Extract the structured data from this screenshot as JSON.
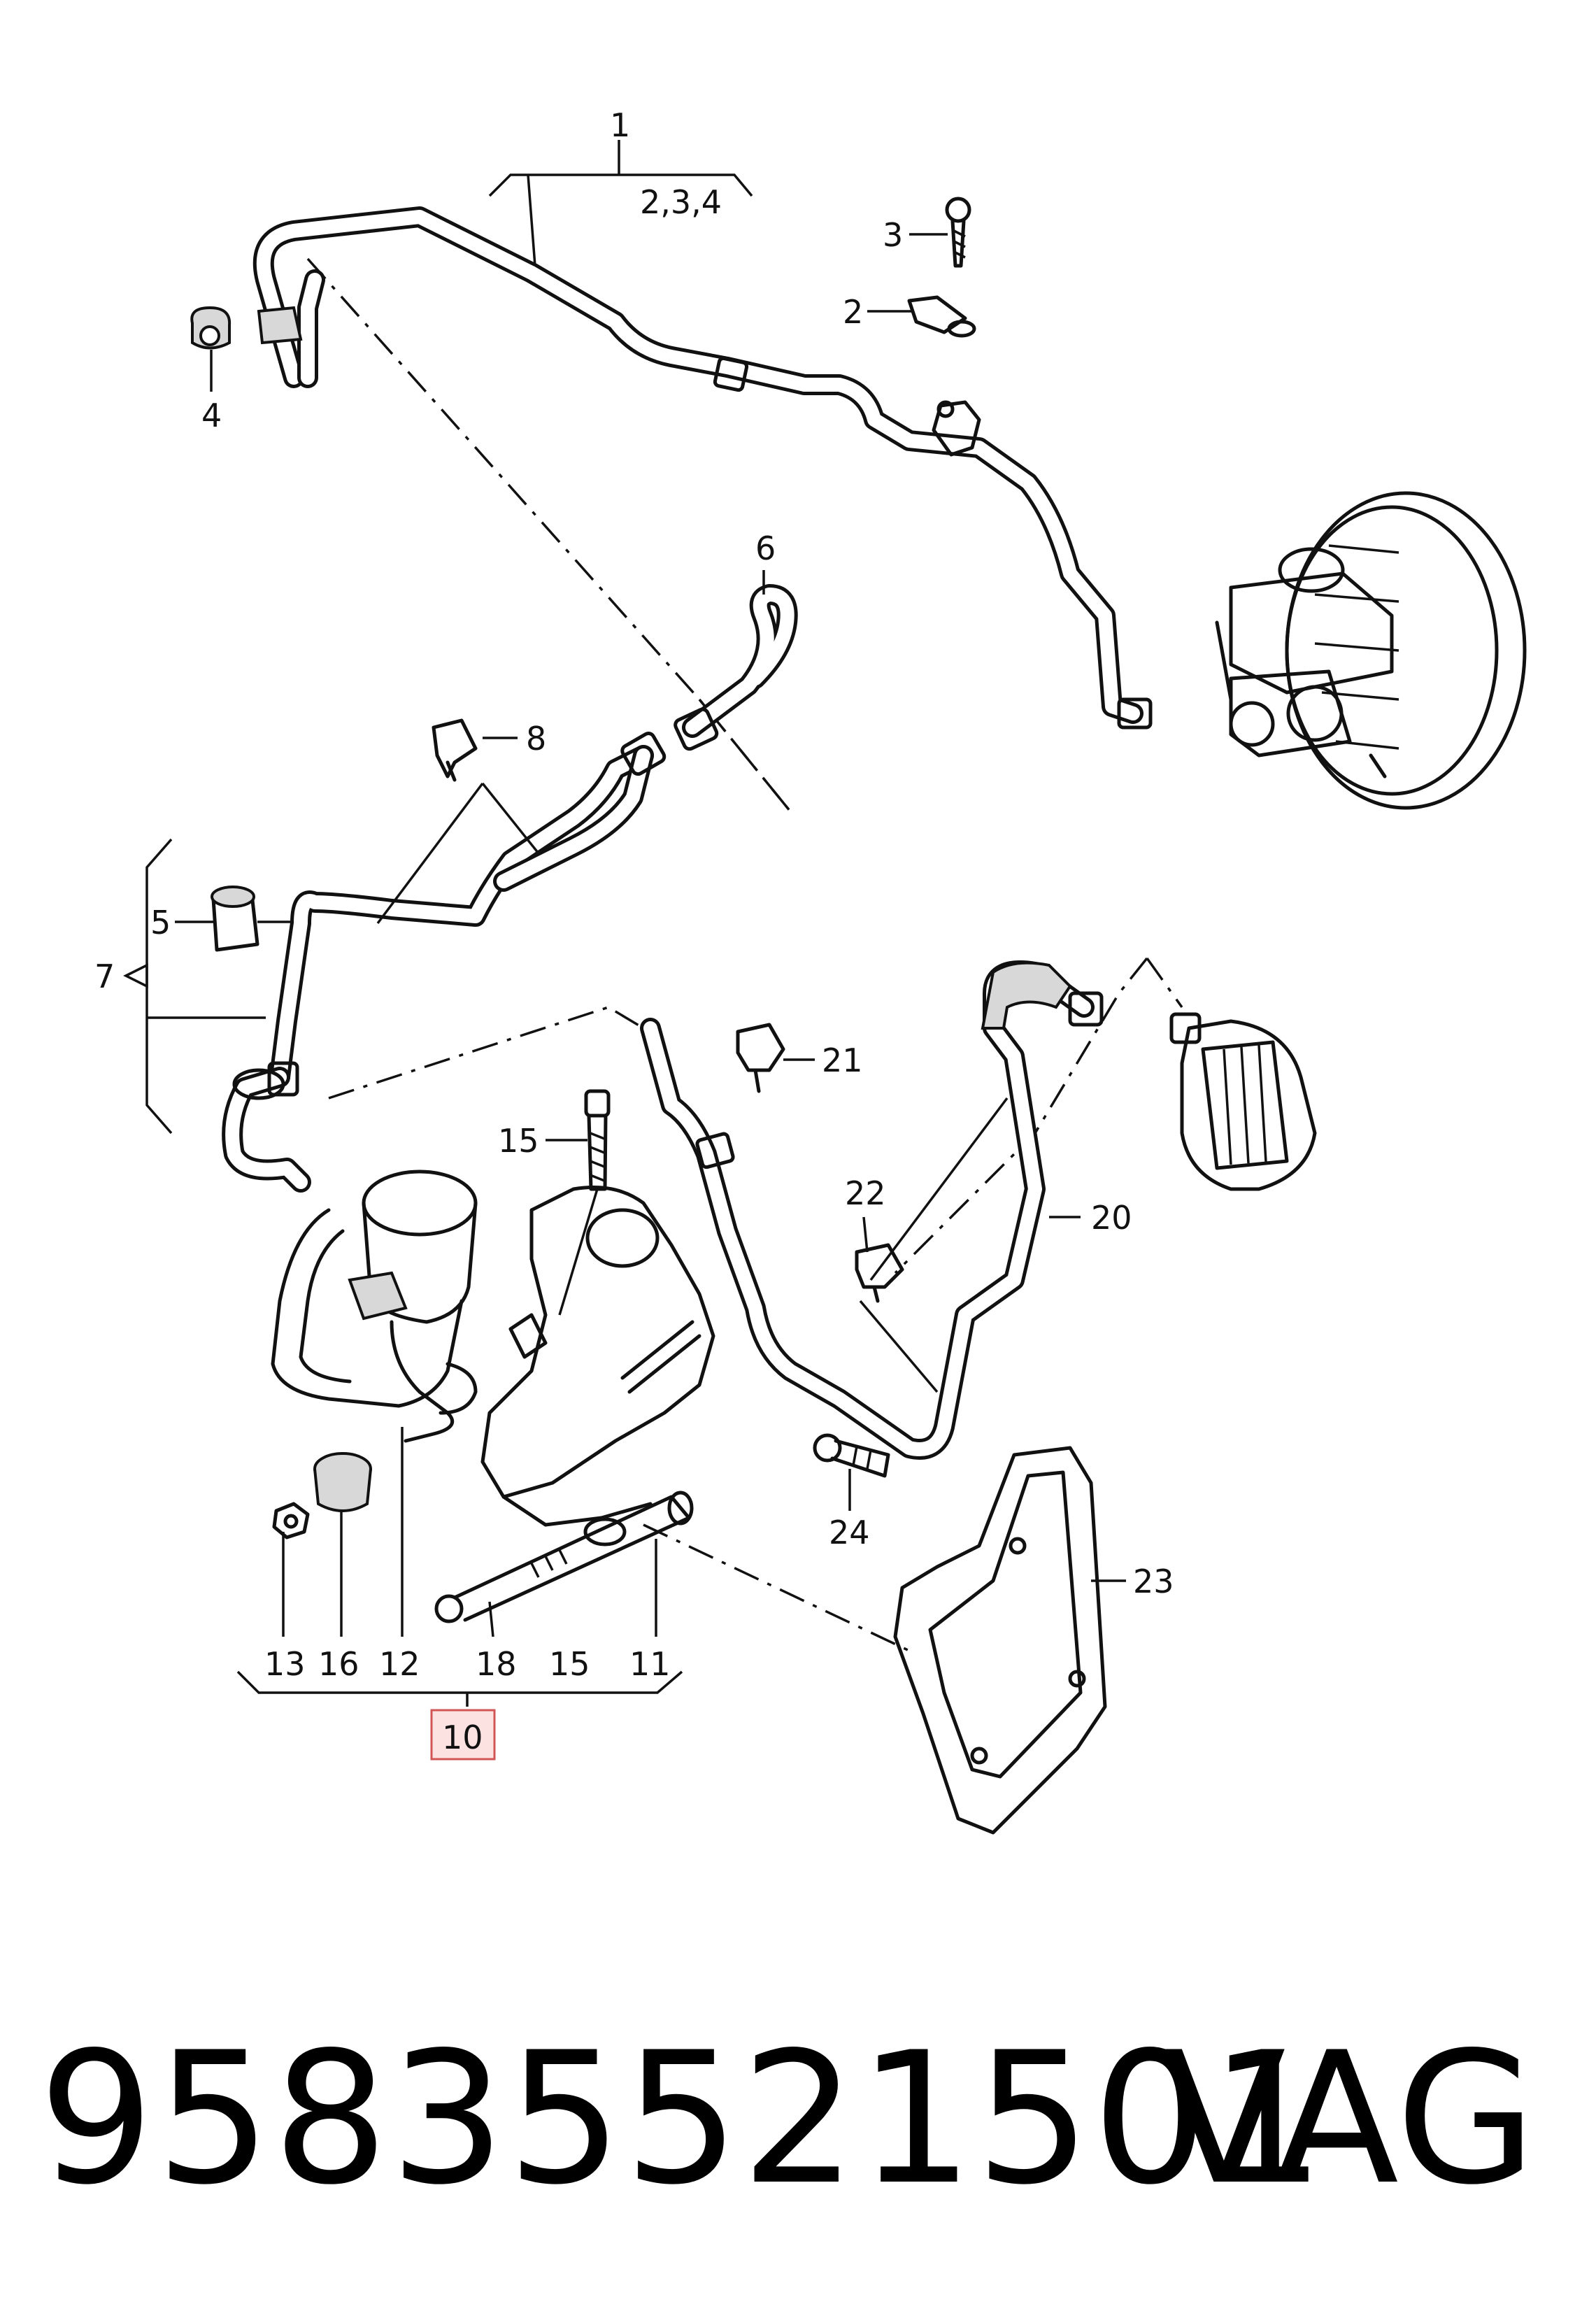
{
  "callouts": {
    "c1": "1",
    "c234": "2,3,4",
    "c2": "2",
    "c3": "3",
    "c4": "4",
    "c5": "5",
    "c6": "6",
    "c7": "7",
    "c8": "8",
    "c10": "10",
    "c11": "11",
    "c12": "12",
    "c13": "13",
    "c15a": "15",
    "c15b": "15",
    "c16": "16",
    "c18": "18",
    "c20": "20",
    "c21": "21",
    "c22": "22",
    "c23": "23",
    "c24": "24"
  },
  "footer": {
    "part_number": "95835521501",
    "brand": "VAG"
  },
  "colors": {
    "highlight_fill": "#fde2e2",
    "highlight_stroke": "#d25555"
  }
}
